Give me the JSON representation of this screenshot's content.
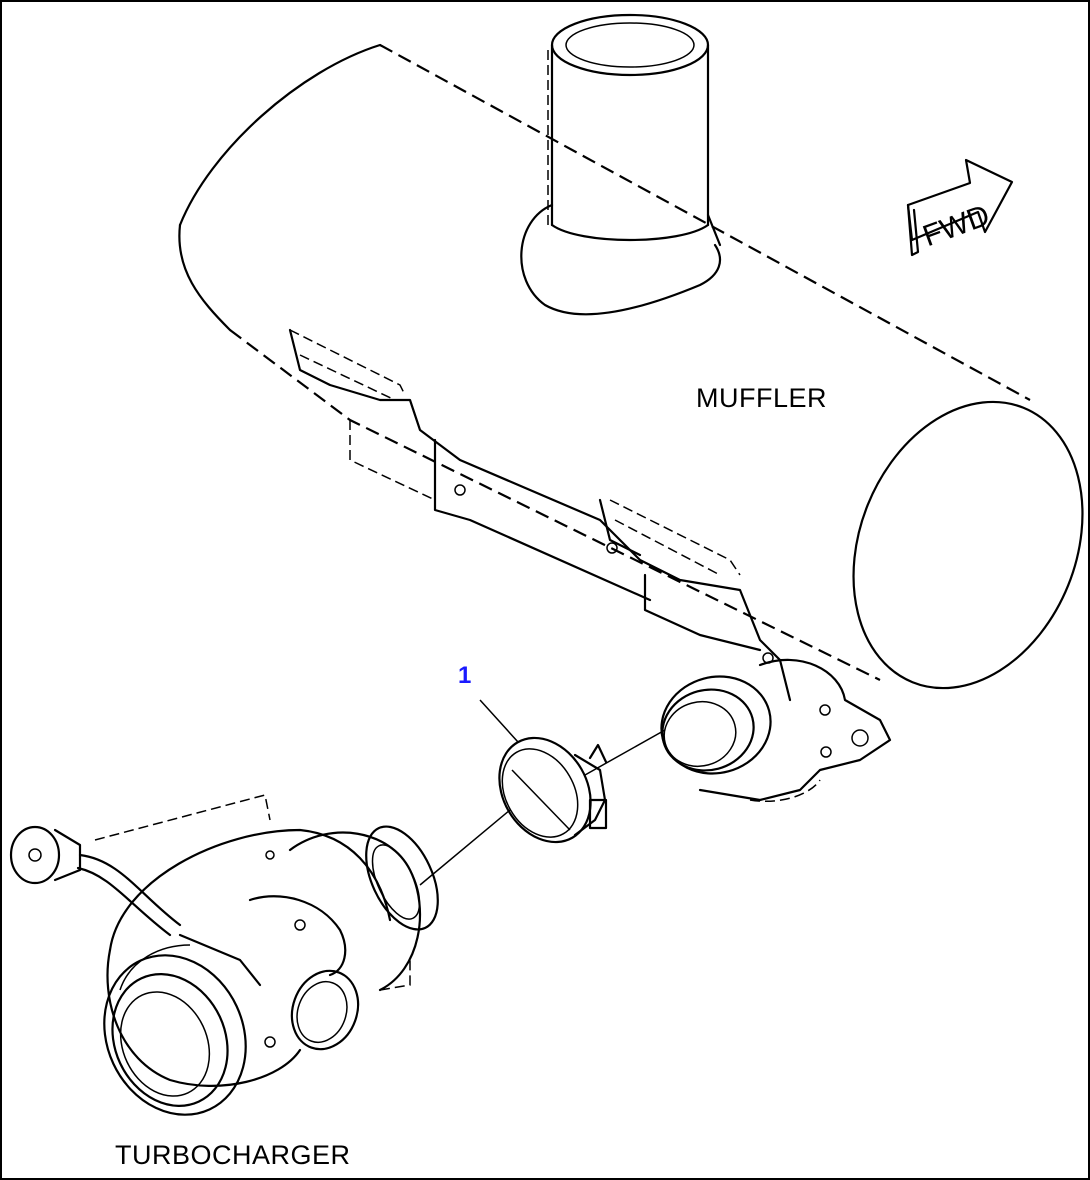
{
  "labels": {
    "muffler": "MUFFLER",
    "turbocharger": "TURBOCHARGER",
    "fwd": "FWD",
    "callout_1": "1"
  },
  "colors": {
    "callout": "#1a1aff",
    "line": "#000000",
    "background": "#ffffff"
  }
}
